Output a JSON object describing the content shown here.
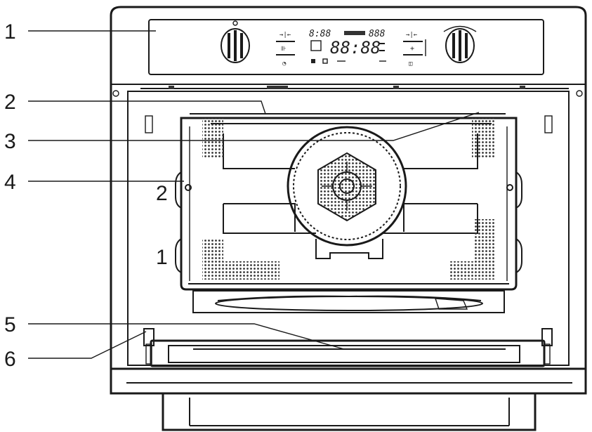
{
  "callouts": [
    {
      "id": "1",
      "label": "1"
    },
    {
      "id": "2",
      "label": "2"
    },
    {
      "id": "3",
      "label": "3"
    },
    {
      "id": "4",
      "label": "4"
    },
    {
      "id": "5",
      "label": "5"
    },
    {
      "id": "6",
      "label": "6"
    }
  ],
  "shelf_levels": [
    "2",
    "1"
  ],
  "control_panel": {
    "display_top_left": "8:88",
    "display_top_right": "888",
    "display_main": "88:88",
    "left_knob_icon": "knob-icon",
    "right_knob_icon": "knob-icon"
  },
  "colors": {
    "ink": "#1a1a1a",
    "background": "#ffffff"
  }
}
